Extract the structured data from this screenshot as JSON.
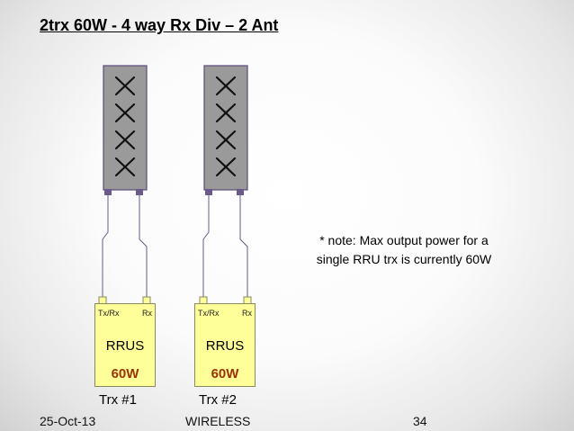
{
  "title": "2trx 60W - 4 way Rx Div – 2 Ant",
  "note": {
    "line1": "* note: Max output power for a",
    "line2": "single RRU trx is currently 60W"
  },
  "antennas": [
    {
      "marks": "X X X X"
    },
    {
      "marks": "X X X X"
    }
  ],
  "rrus": [
    {
      "tx_label": "Tx/Rx",
      "rx_label": "Rx",
      "name": "RRUS",
      "power": "60W",
      "trx_label": "Trx #1"
    },
    {
      "tx_label": "Tx/Rx",
      "rx_label": "Rx",
      "name": "RRUS",
      "power": "60W",
      "trx_label": "Trx #2"
    }
  ],
  "footer": {
    "date": "25-Oct-13",
    "center": "WIRELESS",
    "page": "34"
  },
  "colors": {
    "antenna_fill": "#9a9a9a",
    "antenna_border": "#5a4a7a",
    "rrus_fill": "#ffff99",
    "power_text": "#993300",
    "cable": "#6a5a8a"
  }
}
